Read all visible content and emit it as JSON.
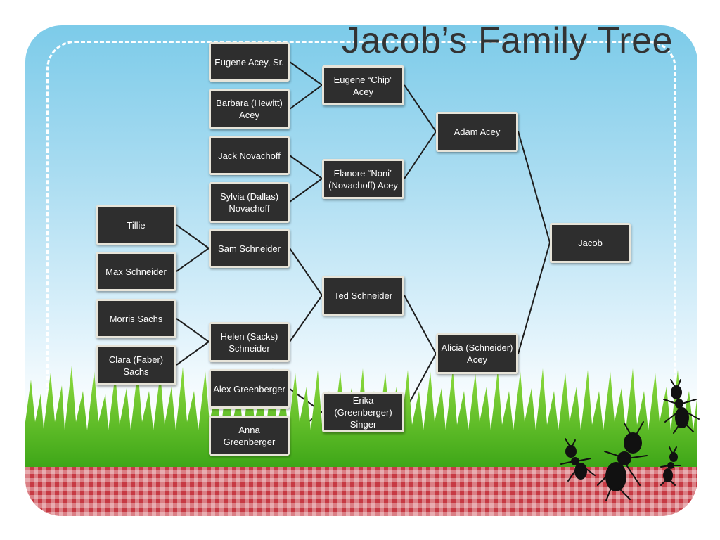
{
  "title": "Jacob’s Family Tree",
  "people": {
    "eugene_sr": "Eugene Acey, Sr.",
    "barbara": "Barbara (Hewitt) Acey",
    "jack": "Jack Novachoff",
    "sylvia": "Sylvia (Dallas) Novachoff",
    "tillie": "Tillie",
    "max": "Max Schneider",
    "morris": "Morris Sachs",
    "clara": "Clara (Faber) Sachs",
    "sam": "Sam Schneider",
    "helen": "Helen (Sacks) Schneider",
    "alex": "Alex Greenberger",
    "anna": "Anna Greenberger",
    "chip": "Eugene “Chip” Acey",
    "noni": "Elanore “Noni” (Novachoff) Acey",
    "ted": "Ted Schneider",
    "erika": "Erika (Greenberger) Singer",
    "adam": "Adam Acey",
    "alicia": "Alicia (Schneider) Acey",
    "jacob": "Jacob"
  },
  "colors": {
    "box": "#2e2e2e",
    "box_border": "#e7e4d9",
    "sky": "#7ccbe9",
    "grass": "#5cbf2a",
    "cloth": "#c73a44",
    "ant": "#111111"
  },
  "icons": [
    "grass",
    "picnic-blanket",
    "ant-icon"
  ]
}
